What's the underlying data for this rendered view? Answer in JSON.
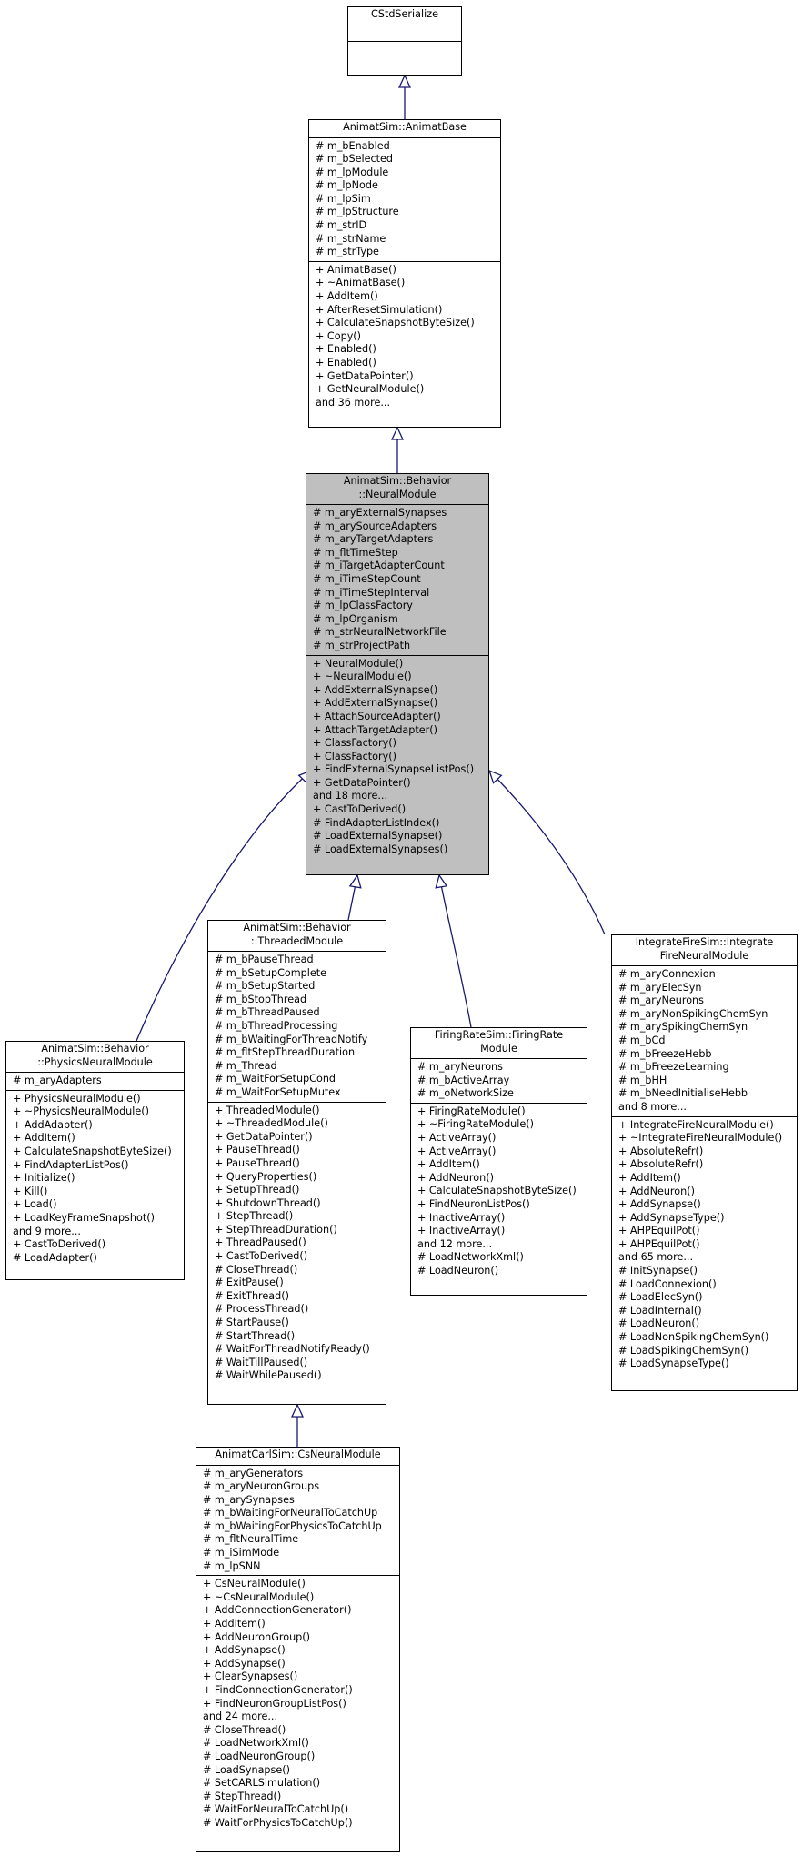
{
  "classes": {
    "serialize": {
      "title": "CStdSerialize",
      "attributes": [],
      "methods": []
    },
    "base": {
      "title": "AnimatSim::AnimatBase",
      "attributes": [
        "# m_bEnabled",
        "# m_bSelected",
        "# m_lpModule",
        "# m_lpNode",
        "# m_lpSim",
        "# m_lpStructure",
        "# m_strID",
        "# m_strName",
        "# m_strType"
      ],
      "methods": [
        "+ AnimatBase()",
        "+ ~AnimatBase()",
        "+ AddItem()",
        "+ AfterResetSimulation()",
        "+ CalculateSnapshotByteSize()",
        "+ Copy()",
        "+ Enabled()",
        "+ Enabled()",
        "+ GetDataPointer()",
        "+ GetNeuralModule()",
        "and 36 more..."
      ]
    },
    "neural": {
      "title": "AnimatSim::Behavior\n::NeuralModule",
      "attributes": [
        "# m_aryExternalSynapses",
        "# m_arySourceAdapters",
        "# m_aryTargetAdapters",
        "# m_fltTimeStep",
        "# m_iTargetAdapterCount",
        "# m_iTimeStepCount",
        "# m_iTimeStepInterval",
        "# m_lpClassFactory",
        "# m_lpOrganism",
        "# m_strNeuralNetworkFile",
        "# m_strProjectPath"
      ],
      "methods": [
        "+ NeuralModule()",
        "+ ~NeuralModule()",
        "+ AddExternalSynapse()",
        "+ AddExternalSynapse()",
        "+ AttachSourceAdapter()",
        "+ AttachTargetAdapter()",
        "+ ClassFactory()",
        "+ ClassFactory()",
        "+ FindExternalSynapseListPos()",
        "+ GetDataPointer()",
        "and 18 more...",
        "+ CastToDerived()",
        "# FindAdapterListIndex()",
        "# LoadExternalSynapse()",
        "# LoadExternalSynapses()"
      ]
    },
    "physics": {
      "title": "AnimatSim::Behavior\n::PhysicsNeuralModule",
      "attributes": [
        "# m_aryAdapters"
      ],
      "methods": [
        "+ PhysicsNeuralModule()",
        "+ ~PhysicsNeuralModule()",
        "+ AddAdapter()",
        "+ AddItem()",
        "+ CalculateSnapshotByteSize()",
        "+ FindAdapterListPos()",
        "+ Initialize()",
        "+ Kill()",
        "+ Load()",
        "+ LoadKeyFrameSnapshot()",
        "and 9 more...",
        "+ CastToDerived()",
        "# LoadAdapter()"
      ]
    },
    "threaded": {
      "title": "AnimatSim::Behavior\n::ThreadedModule",
      "attributes": [
        "# m_bPauseThread",
        "# m_bSetupComplete",
        "# m_bSetupStarted",
        "# m_bStopThread",
        "# m_bThreadPaused",
        "# m_bThreadProcessing",
        "# m_bWaitingForThreadNotify",
        "# m_fltStepThreadDuration",
        "# m_Thread",
        "# m_WaitForSetupCond",
        "# m_WaitForSetupMutex"
      ],
      "methods": [
        "+ ThreadedModule()",
        "+ ~ThreadedModule()",
        "+ GetDataPointer()",
        "+ PauseThread()",
        "+ PauseThread()",
        "+ QueryProperties()",
        "+ SetupThread()",
        "+ ShutdownThread()",
        "+ StepThread()",
        "+ StepThreadDuration()",
        "+ ThreadPaused()",
        "+ CastToDerived()",
        "# CloseThread()",
        "# ExitPause()",
        "# ExitThread()",
        "# ProcessThread()",
        "# StartPause()",
        "# StartThread()",
        "# WaitForThreadNotifyReady()",
        "# WaitTillPaused()",
        "# WaitWhilePaused()"
      ]
    },
    "firing": {
      "title": "FiringRateSim::FiringRate\nModule",
      "attributes": [
        "# m_aryNeurons",
        "# m_bActiveArray",
        "# m_oNetworkSize"
      ],
      "methods": [
        "+ FiringRateModule()",
        "+ ~FiringRateModule()",
        "+ ActiveArray()",
        "+ ActiveArray()",
        "+ AddItem()",
        "+ AddNeuron()",
        "+ CalculateSnapshotByteSize()",
        "+ FindNeuronListPos()",
        "+ InactiveArray()",
        "+ InactiveArray()",
        "and 12 more...",
        "# LoadNetworkXml()",
        "# LoadNeuron()"
      ]
    },
    "integrate": {
      "title": "IntegrateFireSim::Integrate\nFireNeuralModule",
      "attributes": [
        "# m_aryConnexion",
        "# m_aryElecSyn",
        "# m_aryNeurons",
        "# m_aryNonSpikingChemSyn",
        "# m_arySpikingChemSyn",
        "# m_bCd",
        "# m_bFreezeHebb",
        "# m_bFreezeLearning",
        "# m_bHH",
        "# m_bNeedInitialiseHebb",
        "and 8 more..."
      ],
      "methods": [
        "+ IntegrateFireNeuralModule()",
        "+ ~IntegrateFireNeuralModule()",
        "+ AbsoluteRefr()",
        "+ AbsoluteRefr()",
        "+ AddItem()",
        "+ AddNeuron()",
        "+ AddSynapse()",
        "+ AddSynapseType()",
        "+ AHPEquilPot()",
        "+ AHPEquilPot()",
        "and 65 more...",
        "# InitSynapse()",
        "# LoadConnexion()",
        "# LoadElecSyn()",
        "# LoadInternal()",
        "# LoadNeuron()",
        "# LoadNonSpikingChemSyn()",
        "# LoadSpikingChemSyn()",
        "# LoadSynapseType()"
      ]
    },
    "cs": {
      "title": "AnimatCarlSim::CsNeuralModule",
      "attributes": [
        "# m_aryGenerators",
        "# m_aryNeuronGroups",
        "# m_arySynapses",
        "# m_bWaitingForNeuralToCatchUp",
        "# m_bWaitingForPhysicsToCatchUp",
        "# m_fltNeuralTime",
        "# m_iSimMode",
        "# m_lpSNN"
      ],
      "methods": [
        "+ CsNeuralModule()",
        "+ ~CsNeuralModule()",
        "+ AddConnectionGenerator()",
        "+ AddItem()",
        "+ AddNeuronGroup()",
        "+ AddSynapse()",
        "+ AddSynapse()",
        "+ ClearSynapses()",
        "+ FindConnectionGenerator()",
        "+ FindNeuronGroupListPos()",
        "and 24 more...",
        "# CloseThread()",
        "# LoadNetworkXml()",
        "# LoadNeuronGroup()",
        "# LoadSynapse()",
        "# SetCARLSimulation()",
        "# StepThread()",
        "# WaitForNeuralToCatchUp()",
        "# WaitForPhysicsToCatchUp()"
      ]
    }
  },
  "colors": {
    "edge": "#191970",
    "highlight_fill": "#bfbfbf"
  }
}
